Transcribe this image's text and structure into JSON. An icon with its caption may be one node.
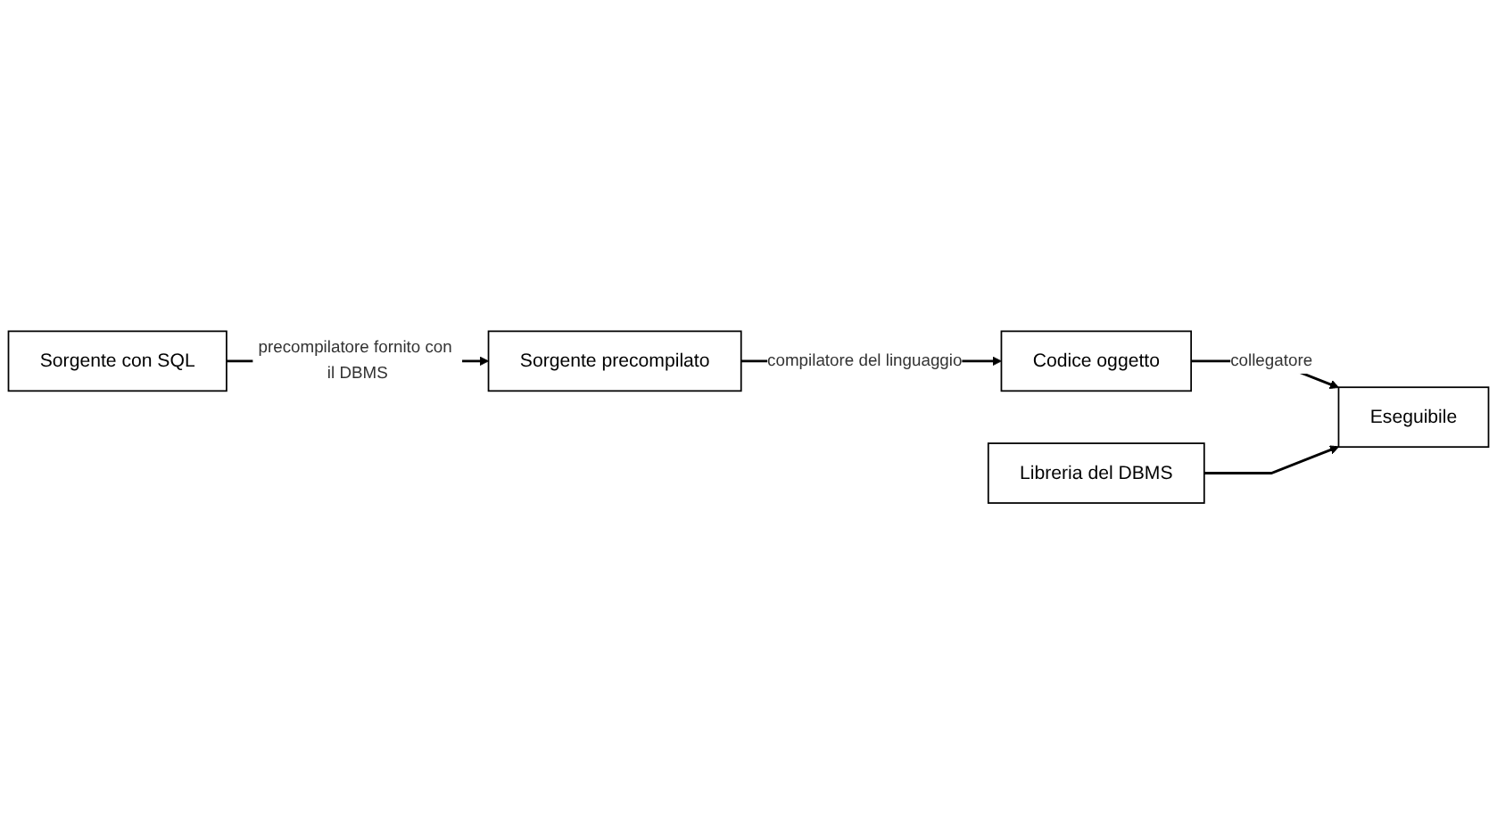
{
  "diagram": {
    "nodes": [
      {
        "text": [
          "Sorgente con SQL"
        ]
      },
      {
        "text": [
          "Sorgente precompilato"
        ]
      },
      {
        "text": [
          "Codice oggetto"
        ]
      },
      {
        "text": [
          "Libreria del DBMS"
        ]
      },
      {
        "text": [
          "Eseguibile"
        ]
      }
    ],
    "edges": [
      {
        "from": 0,
        "to": 1,
        "arrow": "to",
        "label": "precompilatore fornito con il DBMS"
      },
      {
        "from": 1,
        "to": 2,
        "arrow": "to",
        "label": "compilatore del linguaggio"
      },
      {
        "from": 2,
        "to": 4,
        "arrow": "to",
        "label": "collegatore"
      },
      {
        "from": 3,
        "to": 4,
        "arrow": "to"
      }
    ]
  }
}
